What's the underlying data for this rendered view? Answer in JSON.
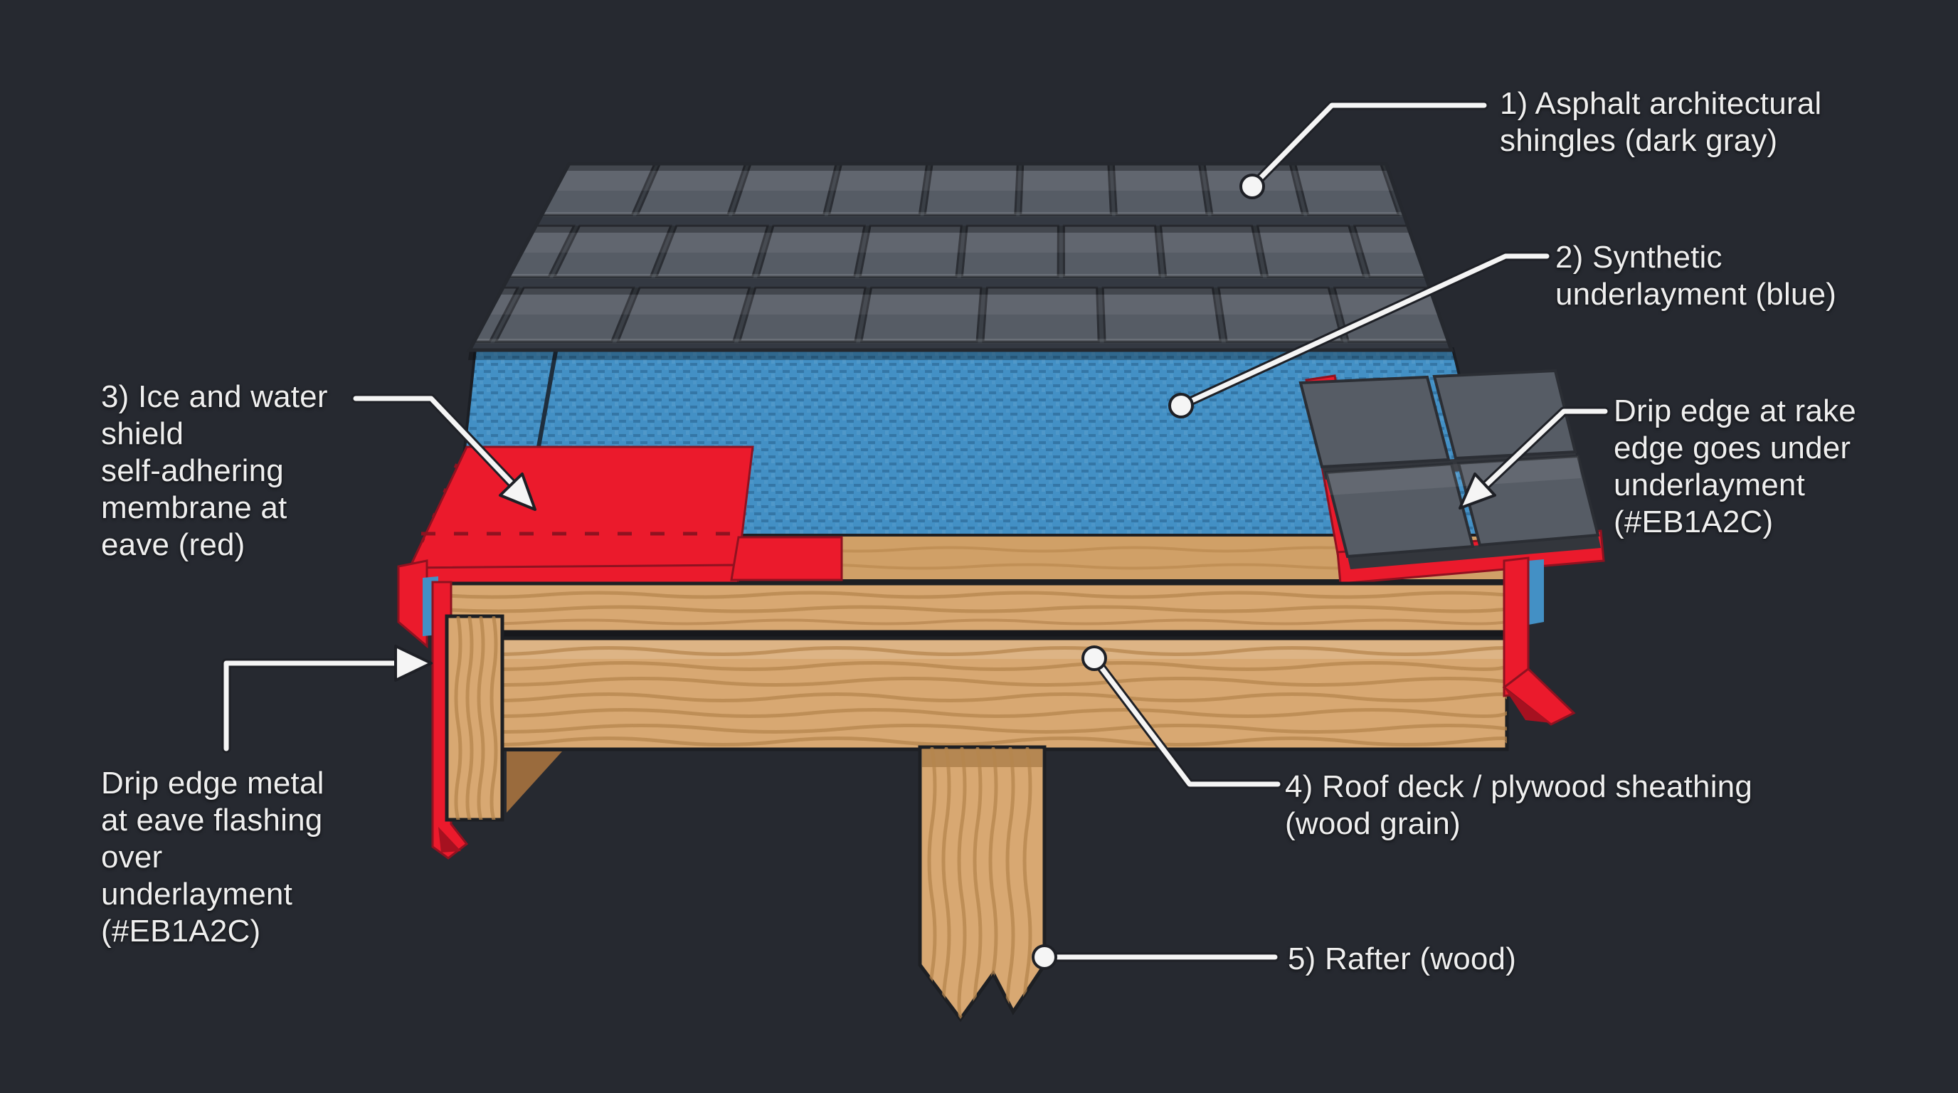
{
  "canvas": {
    "background": "#262930"
  },
  "colors": {
    "membrane_red": "#EB1A2C",
    "underlayment_blue": "#4390C5",
    "shingle_gray": "#565C65",
    "wood_tan": "#D8A872",
    "wood_grain": "#B6854E",
    "leader_white": "#F5F5F5",
    "label_text": "#EFEFEF",
    "background": "#262930"
  },
  "labels": {
    "shingles": {
      "lines": [
        "1) Asphalt architectural",
        "shingles (dark gray)"
      ]
    },
    "underlayment": {
      "lines": [
        "2) Synthetic",
        "underlayment (blue)"
      ]
    },
    "ice_water_shield": {
      "lines": [
        "3) Ice and water",
        "shield",
        "self-adhering",
        "membrane at",
        "eave (red)"
      ]
    },
    "drip_edge_rake": {
      "lines": [
        "Drip edge at rake",
        "edge goes under",
        "underlayment",
        "(#EB1A2C)"
      ]
    },
    "drip_edge_eave": {
      "lines": [
        "Drip edge metal",
        "at eave flashing",
        "over",
        "underlayment",
        "(#EB1A2C)"
      ]
    },
    "roof_deck": {
      "lines": [
        "4) Roof deck / plywood sheathing",
        "(wood grain)"
      ]
    },
    "rafter": {
      "lines": [
        "5) Rafter (wood)"
      ]
    }
  }
}
